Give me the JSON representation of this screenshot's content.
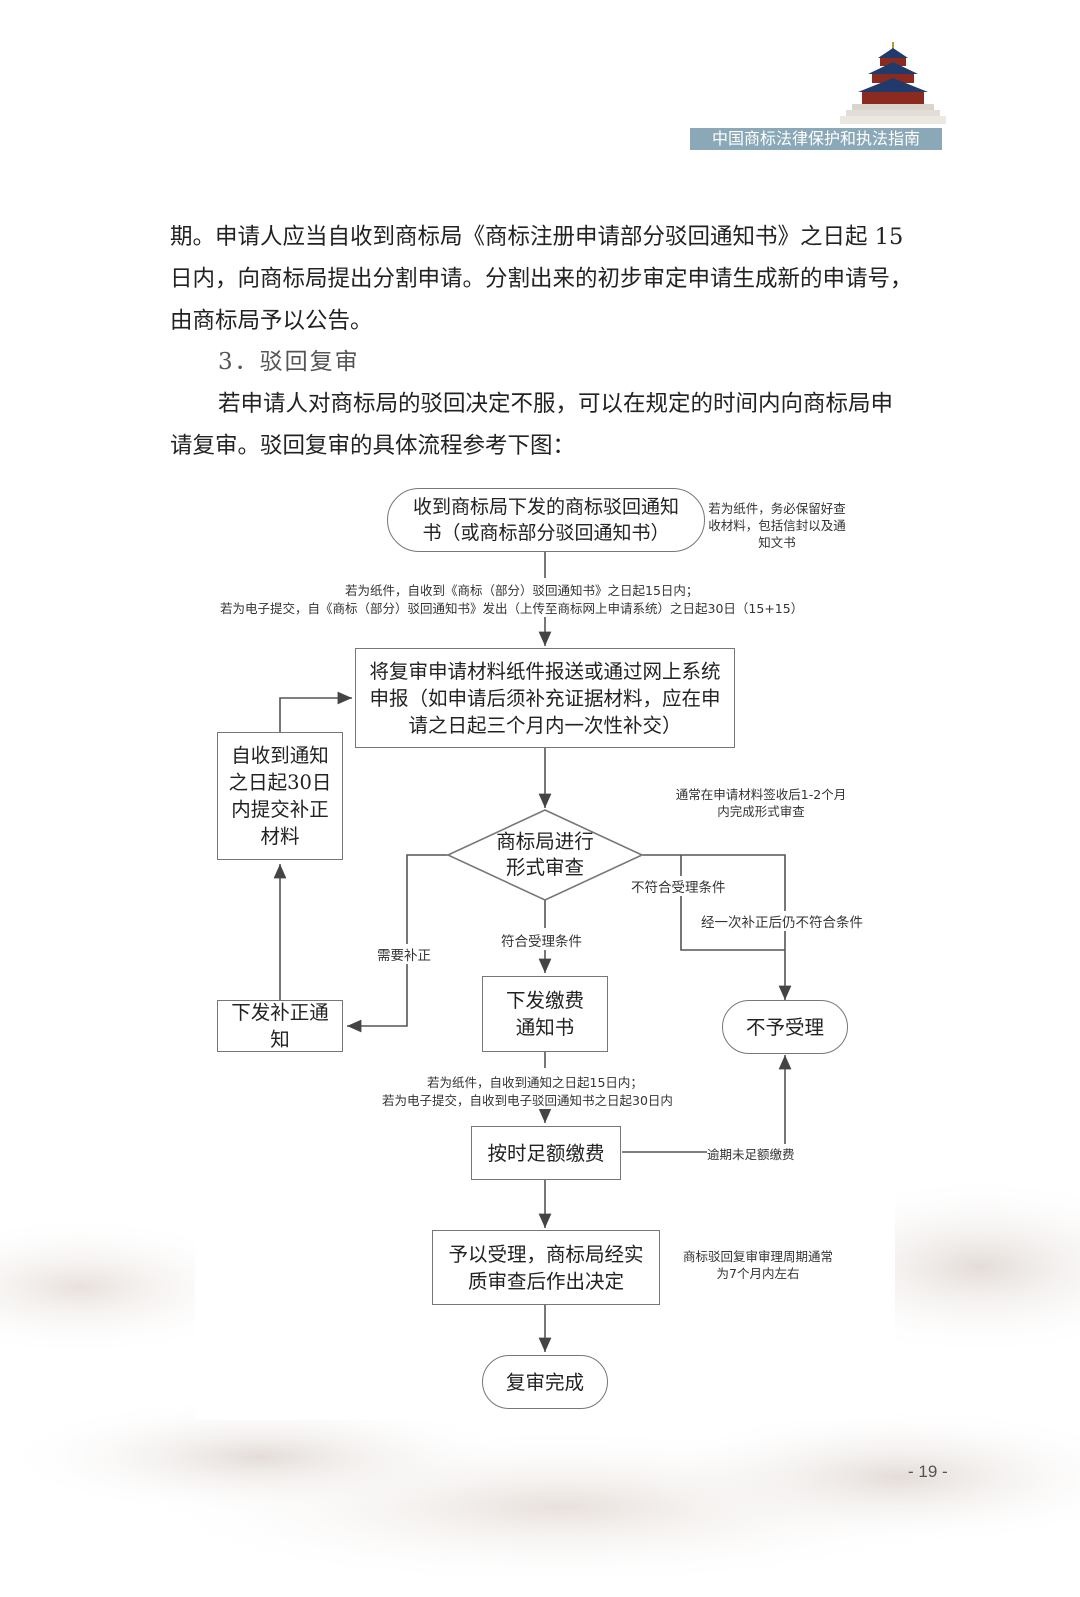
{
  "header": {
    "title": "中国商标法律保护和执法指南"
  },
  "paragraph1": {
    "lines": [
      "期。申请人应当自收到商标局《商标注册申请部分驳回通知书》之日起 15",
      "日内，向商标局提出分割申请。分割出来的初步审定申请生成新的申请号，",
      "由商标局予以公告。"
    ]
  },
  "section": {
    "heading": "3．驳回复审"
  },
  "paragraph2": {
    "lines": [
      "若申请人对商标局的驳回决定不服，可以在规定的时间内向商标局申",
      "请复审。驳回复审的具体流程参考下图："
    ]
  },
  "flowchart": {
    "start": "收到商标局下发的商标驳回通知书（或商标部分驳回通知书）",
    "start_note": "若为纸件，务必保留好查收材料，包括信封以及通知文书",
    "deadline_line1": "若为纸件，自收到《商标（部分）驳回通知书》之日起15日内；",
    "deadline_line2": "若为电子提交，自《商标（部分）驳回通知书》发出（上传至商标网上申请系统）之日起30日（15+15）",
    "submit": "将复审申请材料纸件报送或通过网上系统申报（如申请后须补充证据材料，应在申请之日起三个月内一次性补交）",
    "correction_submit": "自收到通知之日起30日内提交补正材料",
    "formal_note": "通常在申请材料签收后1-2个月内完成形式审查",
    "formal_review": "商标局进行形式审查",
    "label_not_meet": "不符合受理条件",
    "label_after_correction": "经一次补正后仍不符合条件",
    "label_need_correction": "需要补正",
    "label_meet": "符合受理条件",
    "issue_correction": "下发补正通知",
    "fee_notice": "下发缴费通知书",
    "reject": "不予受理",
    "fee_deadline_line1": "若为纸件，自收到通知之日起15日内；",
    "fee_deadline_line2": "若为电子提交，自收到电子驳回通知书之日起30日内",
    "pay": "按时足额缴费",
    "label_overdue": "逾期未足额缴费",
    "accept": "予以受理，商标局经实质审查后作出决定",
    "period_note": "商标驳回复审审理周期通常为7个月内左右",
    "done": "复审完成"
  },
  "footer": {
    "page": "- 19 -"
  }
}
